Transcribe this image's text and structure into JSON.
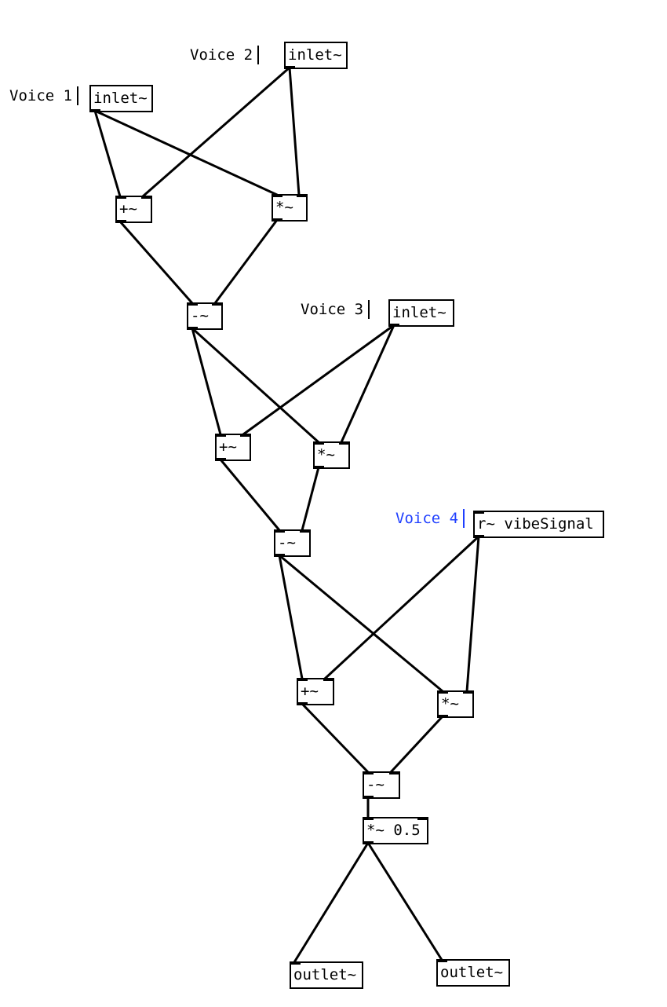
{
  "patch": {
    "comments": {
      "voice1": "Voice 1",
      "voice2": "Voice 2",
      "voice3": "Voice 3",
      "voice4": "Voice 4"
    },
    "objects": {
      "inlet_voice1": "inlet~",
      "inlet_voice2": "inlet~",
      "inlet_voice3": "inlet~",
      "receive_vibe": "r~ vibeSignal",
      "add_1": "+~",
      "mul_1": "*~",
      "sub_1": "-~",
      "add_2": "+~",
      "mul_2": "*~",
      "sub_2": "-~",
      "add_3": "+~",
      "mul_3": "*~",
      "sub_3": "-~",
      "scale": "*~ 0.5",
      "outlet_left": "outlet~",
      "outlet_right": "outlet~"
    },
    "colors": {
      "ink": "#000000",
      "highlight_comment": "#1f3fff",
      "background": "#ffffff"
    }
  }
}
